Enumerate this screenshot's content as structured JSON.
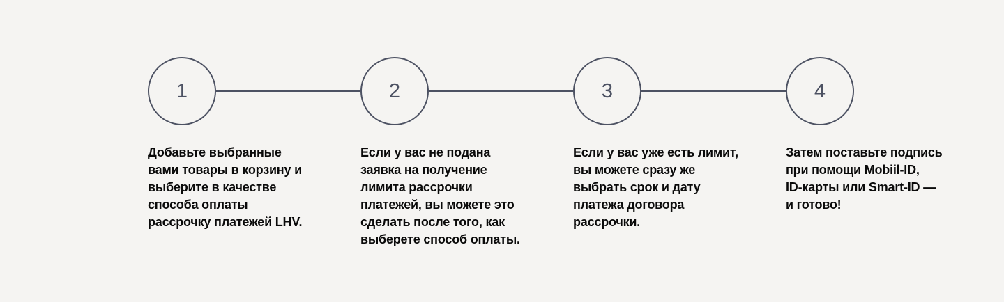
{
  "page": {
    "background_color": "#f5f4f2",
    "accent_color": "#4d5263",
    "text_color": "#0a0a0a"
  },
  "steps": [
    {
      "number": "1",
      "description": "Добавьте выбранные\nвами товары в корзину и\nвыберите в качестве\nспособа оплаты\nрассрочку платежей LHV."
    },
    {
      "number": "2",
      "description": "Если у вас не подана\nзаявка на получение\nлимита рассрочки\nплатежей, вы можете это\nсделать после того, как\nвыберете способ оплаты."
    },
    {
      "number": "3",
      "description": "Если у вас уже есть лимит,\nвы можете сразу же\nвыбрать срок и дату\nплатежа договора\nрассрочки."
    },
    {
      "number": "4",
      "description": "Затем поставьте подпись\nпри помощи Mobiil-ID,\nID-карты или Smart-ID —\nи готово!"
    }
  ]
}
